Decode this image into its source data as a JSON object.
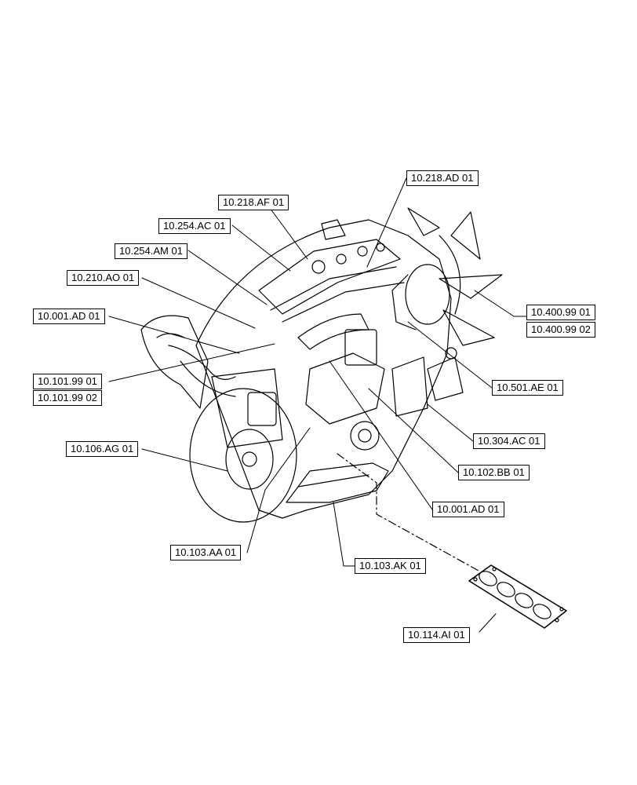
{
  "callouts": {
    "c10218ad01": "10.218.AD 01",
    "c10218af01": "10.218.AF 01",
    "c10254ac01": "10.254.AC 01",
    "c10254am01": "10.254.AM 01",
    "c10210ao01": "10.210.AO 01",
    "c10001ad01_left": "10.001.AD 01",
    "c1040099_01": "10.400.99 01",
    "c1040099_02": "10.400.99 02",
    "c1010199_01": "10.101.99 01",
    "c1010199_02": "10.101.99 02",
    "c10501ae01": "10.501.AE 01",
    "c10106ag01": "10.106.AG 01",
    "c10304ac01": "10.304.AC 01",
    "c10102bb01": "10.102.BB 01",
    "c10001ad01_right": "10.001.AD 01",
    "c10103aa01": "10.103.AA 01",
    "c10103ak01": "10.103.AK 01",
    "c10114ai01": "10.114.AI 01"
  }
}
